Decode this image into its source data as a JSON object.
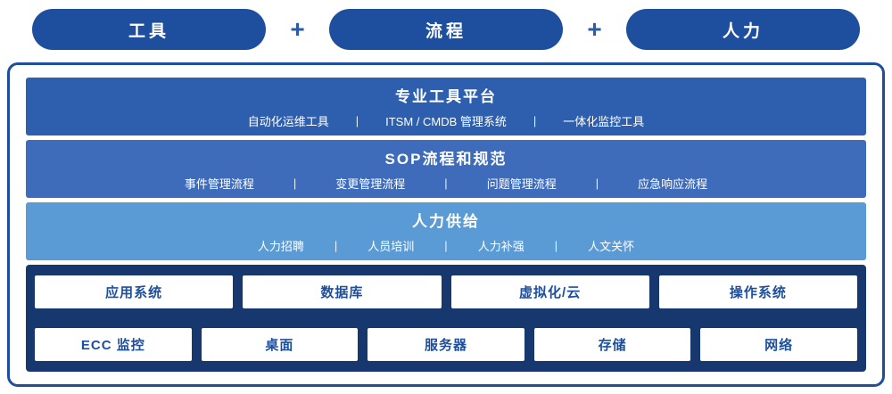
{
  "separator": "|",
  "header": {
    "plus": "+",
    "pills": [
      {
        "label": "工具"
      },
      {
        "label": "流程"
      },
      {
        "label": "人力"
      }
    ]
  },
  "bands": [
    {
      "title": "专业工具平台",
      "items": [
        "自动化运维工具",
        "ITSM / CMDB 管理系统",
        "一体化监控工具"
      ]
    },
    {
      "title": "SOP流程和规范",
      "items": [
        "事件管理流程",
        "变更管理流程",
        "问题管理流程",
        "应急响应流程"
      ]
    },
    {
      "title": "人力供给",
      "items": [
        "人力招聘",
        "人员培训",
        "人力补强",
        "人文关怀"
      ]
    }
  ],
  "infrastructure": {
    "row1": [
      "应用系统",
      "数据库",
      "虚拟化/云",
      "操作系统"
    ],
    "row2": [
      "ECC 监控",
      "桌面",
      "服务器",
      "存储",
      "网络"
    ]
  },
  "colors": {
    "pill_blue": "#1d4f9e",
    "band1_blue": "#2d5fae",
    "band2_blue": "#3e6cba",
    "band3_blue": "#5b9bd5",
    "base_navy": "#17386f",
    "frame_border": "#1d4f9e",
    "box_text": "#1d4f9e"
  }
}
